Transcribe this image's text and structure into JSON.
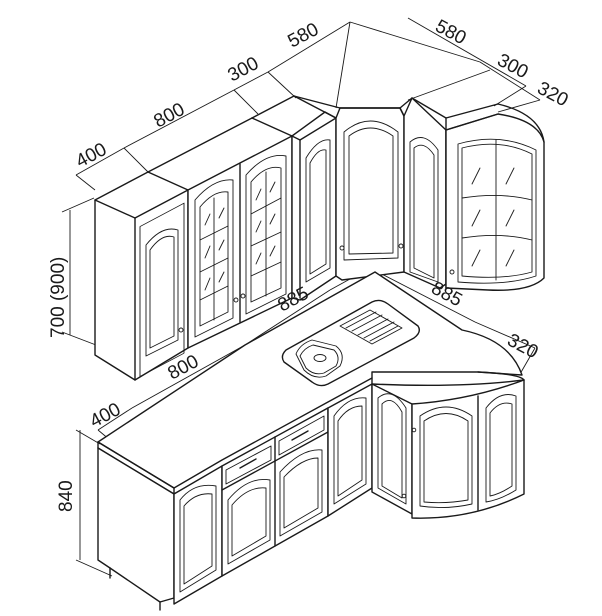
{
  "dimensions": {
    "upper_depth_left": "400",
    "upper_width_left": "800",
    "upper_narrow": "300",
    "upper_corner_a": "580",
    "upper_corner_b": "580",
    "upper_narrow_right": "300",
    "upper_end_round": "320",
    "upper_height": "700 (900)",
    "counter_left": "885",
    "counter_right": "885",
    "lower_round_depth": "320",
    "lower_width": "800",
    "lower_depth": "400",
    "lower_height": "840"
  }
}
